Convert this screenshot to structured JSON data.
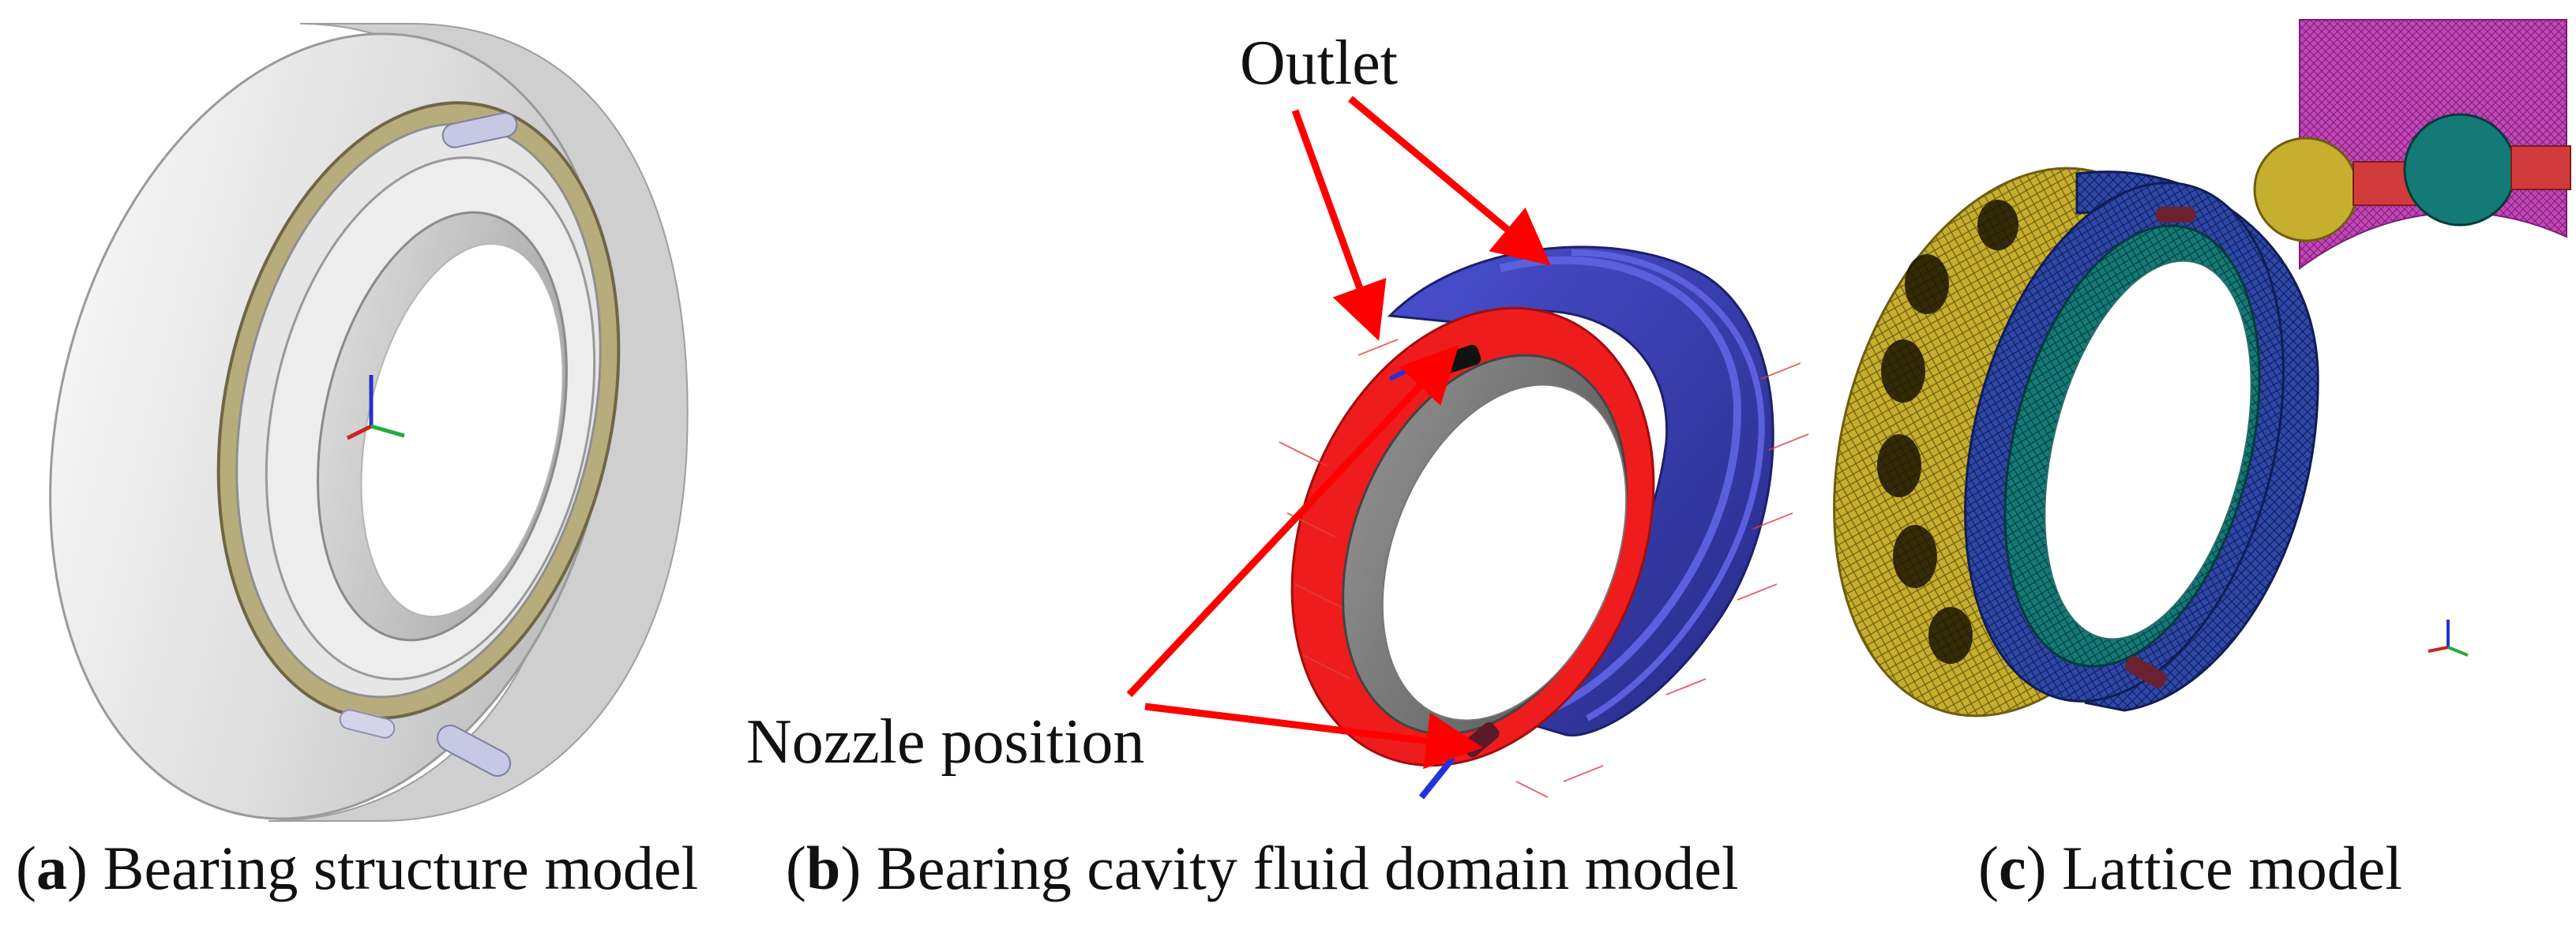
{
  "panels": [
    {
      "letter": "a",
      "caption": "Bearing structure model"
    },
    {
      "letter": "b",
      "caption": "Bearing cavity fluid domain model"
    },
    {
      "letter": "c",
      "caption": "Lattice model"
    }
  ],
  "annotations": {
    "outlet": "Outlet",
    "nozzle": "Nozzle position"
  },
  "colors": {
    "steel": "#e2e2e2",
    "cage": "#b7ac7c",
    "roller": "#c6c8e4",
    "inlet_face": "#ee1c1c",
    "outlet_face": "#3c3fb4",
    "mesh_yellow": "#c6ae2e",
    "mesh_blue": "#2e47a8",
    "mesh_teal": "#137a78",
    "mesh_magenta": "#c247b7",
    "arrow": "#ff0000"
  }
}
